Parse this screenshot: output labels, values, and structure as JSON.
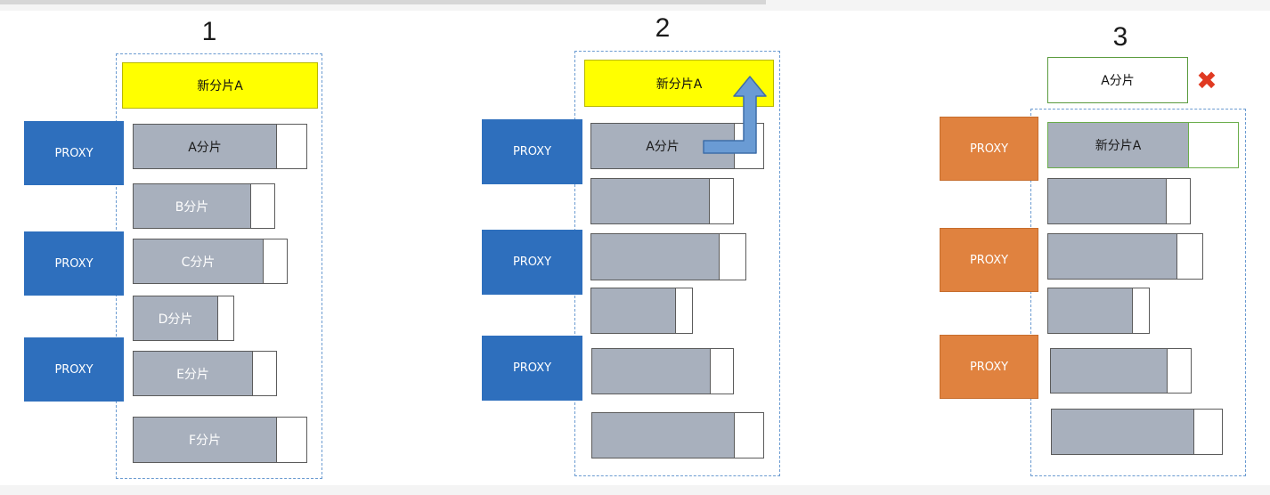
{
  "panels": [
    {
      "number": "1",
      "new_shard": "新分片A",
      "proxies": [
        "PROXY",
        "PROXY",
        "PROXY"
      ],
      "shards": [
        "A分片",
        "B分片",
        "C分片",
        "D分片",
        "E分片",
        "F分片"
      ]
    },
    {
      "number": "2",
      "new_shard": "新分片A",
      "proxies": [
        "PROXY",
        "PROXY",
        "PROXY"
      ],
      "shards": [
        "A分片",
        "",
        "",
        "",
        "",
        ""
      ]
    },
    {
      "number": "3",
      "old_shard": "A分片",
      "removed_mark": "✖",
      "proxies": [
        "PROXY",
        "PROXY",
        "PROXY"
      ],
      "shards": [
        "新分片A",
        "",
        "",
        "",
        "",
        ""
      ]
    }
  ],
  "colors": {
    "proxy_blue": "#2e6fbd",
    "proxy_orange": "#e0823f",
    "new_shard_yellow": "#ffff00",
    "shard_gray": "#a8b0bd",
    "dashed_border": "#6b9bd1",
    "arrow_blue": "#6a9bd4",
    "removed_red": "#e03a22"
  }
}
